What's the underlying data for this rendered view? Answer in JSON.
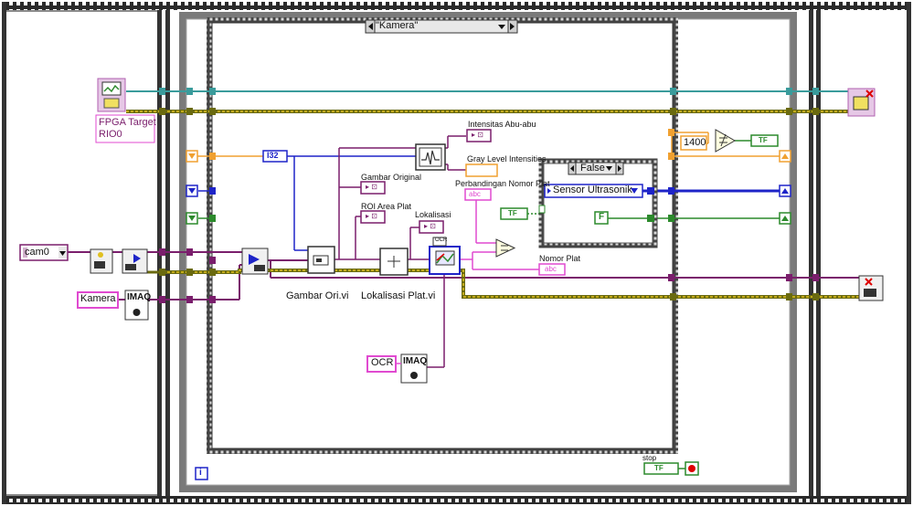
{
  "fpga": {
    "line1": "FPGA Target",
    "line2": "RIO0"
  },
  "constants": {
    "cam": "cam0",
    "kamera": "Kamera",
    "ocr": "OCR",
    "i32": "I32",
    "num_1400": "1400",
    "false_const": "F",
    "imaq": "IMAQ",
    "abc": "abc",
    "tf": "TF",
    "sensor": "Sensor Ultrasonik",
    "info": "i"
  },
  "case": {
    "selector": "\"Kamera\"",
    "inner_selector": "False"
  },
  "labels": {
    "intensitas": "Intensitas Abu-abu",
    "gray_level": "Gray Level Intensities",
    "gambar_original": "Gambar Original",
    "perbandingan": "Perbandingan Nomor Plat",
    "roi_area": "ROI Area Plat",
    "lokalisasi": "Lokalisasi",
    "nomor_plat": "Nomor Plat",
    "gambar_ori_vi": "Gambar Ori.vi",
    "lokalisasi_plat_vi": "Lokalisasi Plat.vi",
    "stop": "stop",
    "ocr_tag": "OCR"
  },
  "colors": {
    "wire_teal": "#3a9b9b",
    "wire_orange": "#f0a030",
    "wire_blue": "#1e24c8",
    "wire_green": "#2c8a2c",
    "wire_purple": "#7a1e6c",
    "wire_pink": "#e04ad0",
    "wire_yellow": "#e0c020"
  }
}
